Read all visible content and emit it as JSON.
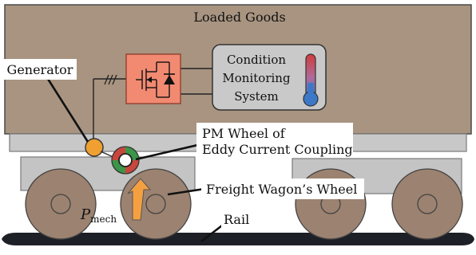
{
  "labels": {
    "loaded_goods": "Loaded Goods",
    "generator": "Generator",
    "condition_monitoring_line1": "Condition",
    "condition_monitoring_line2": "Monitoring",
    "condition_monitoring_line3": "System",
    "pm_wheel_line1": "PM Wheel of",
    "pm_wheel_line2": "Eddy Current Coupling",
    "freight_wheel": "Freight Wagon’s Wheel",
    "rail": "Rail",
    "p_mech_symbol": "P",
    "p_mech_subscript": "mech"
  },
  "colors": {
    "cargo": "#a89480",
    "wagon": "#c8c8c8",
    "wheel": "#9c8270",
    "converter": "#f28a72",
    "monitor": "#c9c9c9",
    "generator": "#f0a030",
    "coupling_red": "#c8463c",
    "coupling_green": "#3c9648",
    "rotation_arrow": "#f5a040",
    "thermometer_red": "#d23c3c",
    "thermometer_blue": "#3c78c8",
    "rail": "#1e2028"
  }
}
